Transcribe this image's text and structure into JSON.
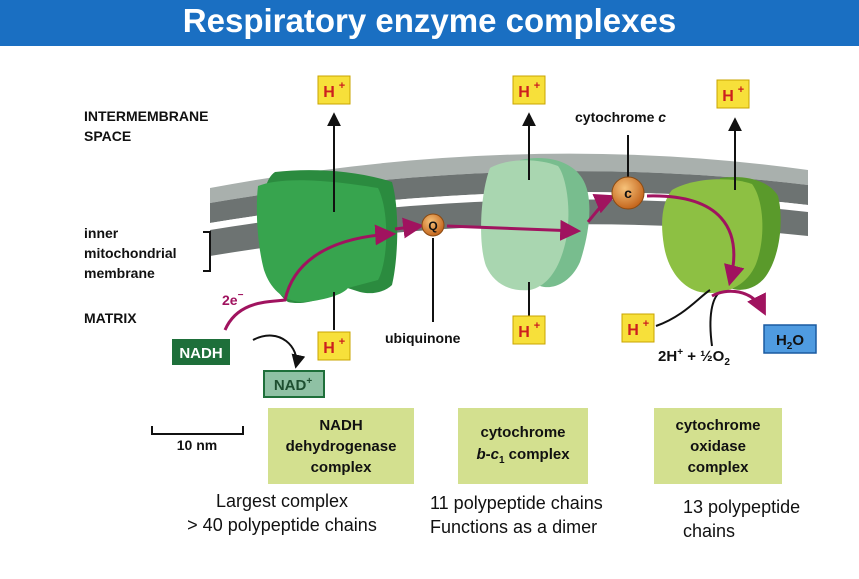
{
  "title": "Respiratory enzyme complexes",
  "labels": {
    "intermembrane_1": "INTERMEMBRANE",
    "intermembrane_2": "SPACE",
    "membrane_1": "inner",
    "membrane_2": "mitochondrial",
    "membrane_3": "membrane",
    "matrix": "MATRIX",
    "cytochrome_c_word": "cytochrome",
    "cytochrome_c_letter": "c",
    "ubiquinone": "ubiquinone",
    "two_e": "2e",
    "two_e_sup": "−",
    "proton_h": "H",
    "proton_plus": "+",
    "nadh": "NADH",
    "nad_plus": "NAD",
    "nad_plus_sup": "+",
    "q": "Q",
    "c_letter": "c",
    "water_h": "H",
    "water_2": "2",
    "water_o": "O",
    "oxygen_2h": "2H",
    "oxygen_plus": "+",
    "oxygen_rest": " + ½O",
    "oxygen_sub": "2",
    "scale": "10 nm"
  },
  "complexes": [
    {
      "line1": "NADH",
      "line2": "dehydrogenase",
      "line3": "complex"
    },
    {
      "line1": "cytochrome",
      "line2_b": "b",
      "line2_dash": "-",
      "line2_c": "c",
      "line2_sub": "1",
      "line2_rest": " complex"
    },
    {
      "line1": "cytochrome",
      "line2": "oxidase",
      "line3": "complex"
    }
  ],
  "notes": [
    {
      "line1": "Largest complex",
      "line2": "> 40 polypeptide chains"
    },
    {
      "line1": "11 polypeptide chains",
      "line2": "Functions as a dimer"
    },
    {
      "line1": "13 polypeptide",
      "line2": "chains"
    }
  ],
  "colors": {
    "title_bar": "#1a6fc2",
    "proton_box": "#f7e03a",
    "proton_text": "#cc1f1f",
    "complex_box": "#d3e08f",
    "electron_path": "#a0135f",
    "nadh_box": "#1e6f3a",
    "nad_plus_box": "#8fc1a4",
    "water_box": "#4f9be0"
  }
}
